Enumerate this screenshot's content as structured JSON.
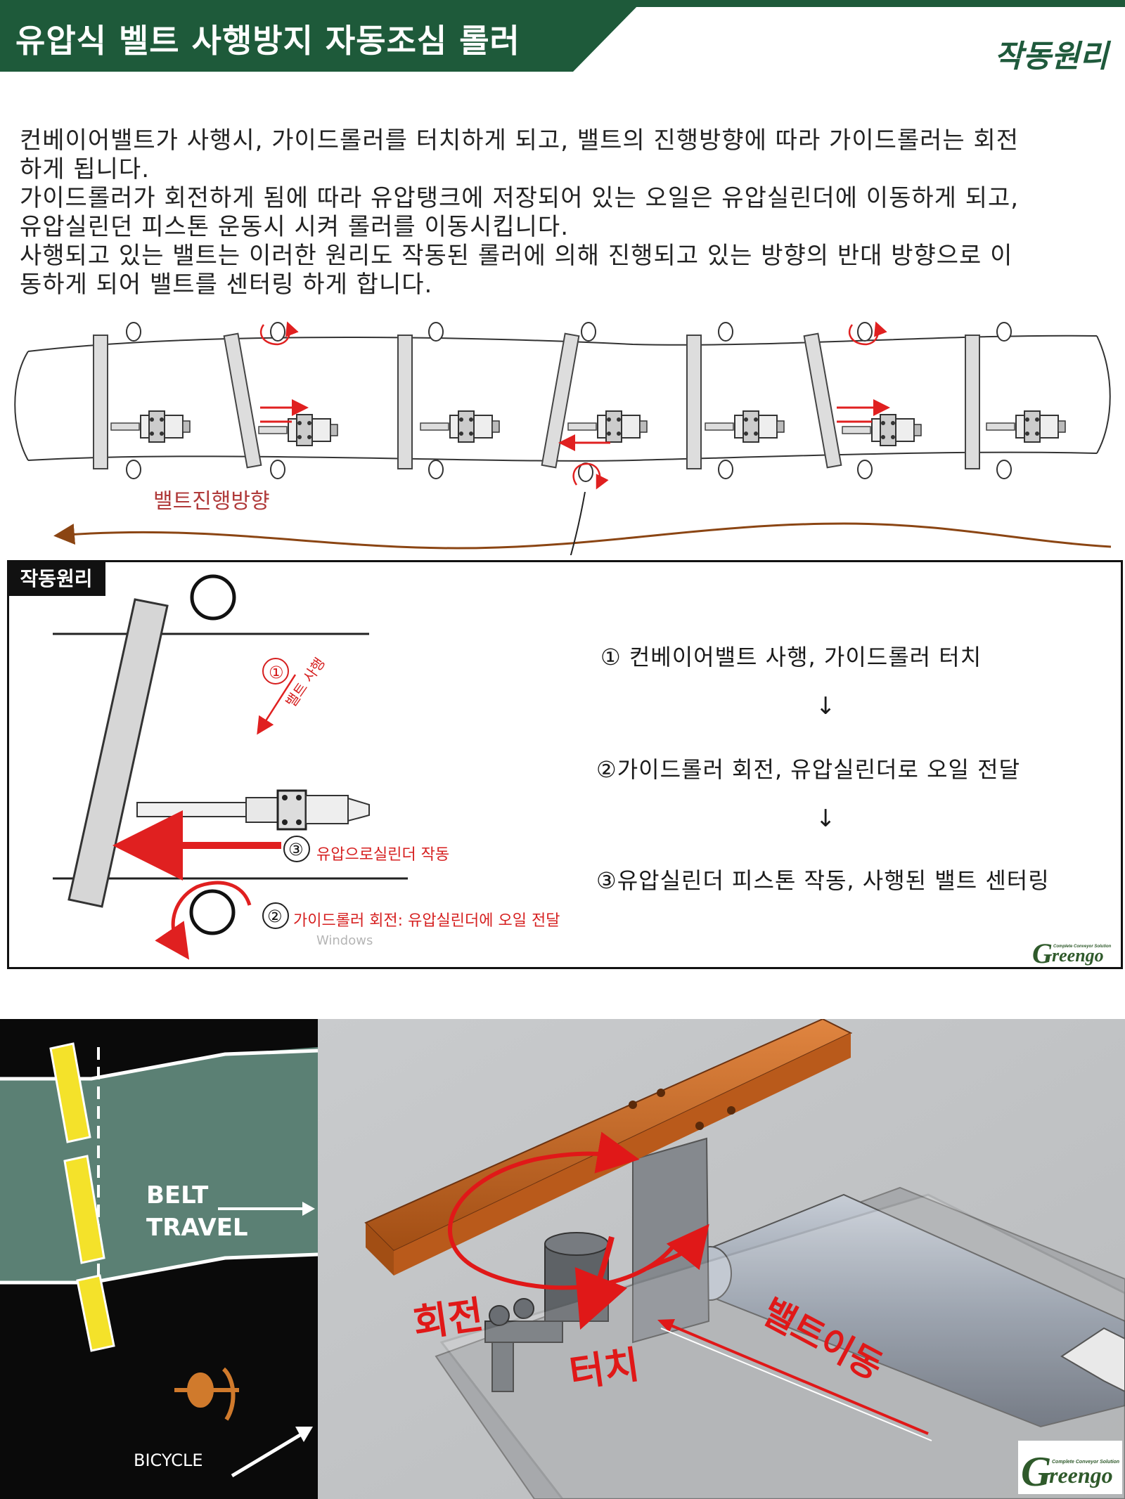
{
  "header": {
    "title": "유압식 벨트 사행방지 자동조심 롤러",
    "subtitle": "작동원리",
    "bar_color": "#1e5a3a"
  },
  "intro": {
    "lines": [
      "컨베이어밸트가 사행시, 가이드롤러를 터치하게 되고, 밸트의 진행방향에 따라 가이드롤러는 회전",
      "하게 됩니다.",
      "가이드롤러가 회전하게 됨에 따라 유압탱크에 저장되어 있는 오일은 유압실린더에 이동하게 되고,",
      "유압실린던 피스톤 운동시 시켜 롤러를 이동시킵니다.",
      "사행되고 있는 밸트는 이러한 원리도 작동된 롤러에 의해 진행되고 있는 방향의 반대 방향으로 이",
      "동하게 되어 밸트를 센터링 하게 합니다."
    ]
  },
  "belt_diagram": {
    "direction_label": "밸트진행방향"
  },
  "principle": {
    "tag": "작동원리",
    "belt_label_num": "①",
    "belt_label": "밸트 사행",
    "label_step3_num": "③",
    "label_step3": "유압으로실린더 작동",
    "label_step2_num": "②",
    "label_step2": "가이드롤러 회전: 유압실린더에 오일 전달",
    "watermark": "Windows",
    "steps": [
      "① 컨베이어밸트 사행, 가이드롤러 터치",
      "②가이드롤러 회전, 유압실린더로 오일 전달",
      "③유압실린더 피스톤 작동, 사행된 밸트 센터링"
    ],
    "arrow": "↓"
  },
  "bicycle_panel": {
    "belt_travel_1": "BELT",
    "belt_travel_2": "TRAVEL",
    "bicycle": "BICYCLE"
  },
  "render_panel": {
    "rotation": "회전",
    "touch": "터치",
    "belt_move": "밸트이동"
  },
  "logo": {
    "text": "Greengo",
    "tagline": "Complete Conveyor Solution"
  },
  "colors": {
    "red": "#e02020",
    "brown_arrow": "#8b4513",
    "belt_green": "#5b8074",
    "steel_orange": "#c8611f"
  }
}
